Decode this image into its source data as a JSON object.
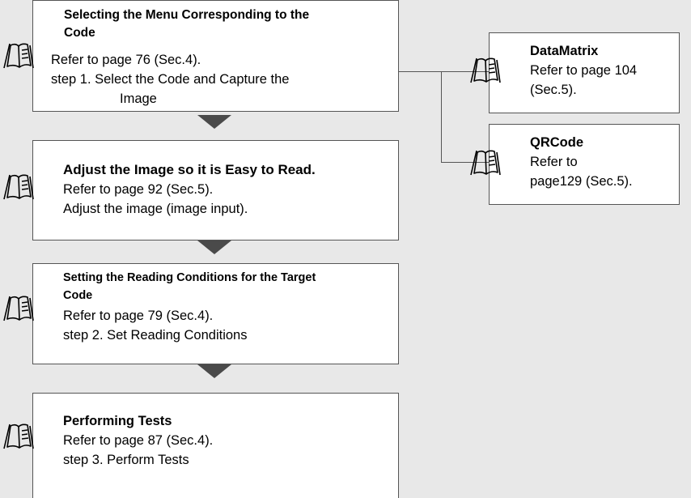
{
  "steps": [
    {
      "title": [
        "Selecting the Menu Corresponding to the",
        "Code"
      ],
      "lines": [
        "Refer to page 76 (Sec.4).",
        "step 1. Select the Code and Capture the",
        "Image"
      ]
    },
    {
      "title": [
        "Adjust the Image so it is Easy to Read."
      ],
      "lines": [
        "Refer to page 92 (Sec.5).",
        "Adjust the image (image input)."
      ]
    },
    {
      "title": [
        "Setting the Reading Conditions for the Target",
        "Code"
      ],
      "lines": [
        "Refer to page 79 (Sec.4).",
        "step 2. Set Reading Conditions"
      ]
    },
    {
      "title": [
        "Performing Tests"
      ],
      "lines": [
        "Refer to page 87 (Sec.4).",
        "step 3. Perform Tests"
      ]
    }
  ],
  "refs": [
    {
      "title": "DataMatrix",
      "lines": [
        "Refer to page 104",
        "(Sec.5)."
      ]
    },
    {
      "title": "QRCode",
      "lines": [
        "Refer to",
        "page129 (Sec.5)."
      ]
    }
  ],
  "icons": {
    "manual": "open-book-icon",
    "flow": "down-triangle-arrow-icon"
  }
}
